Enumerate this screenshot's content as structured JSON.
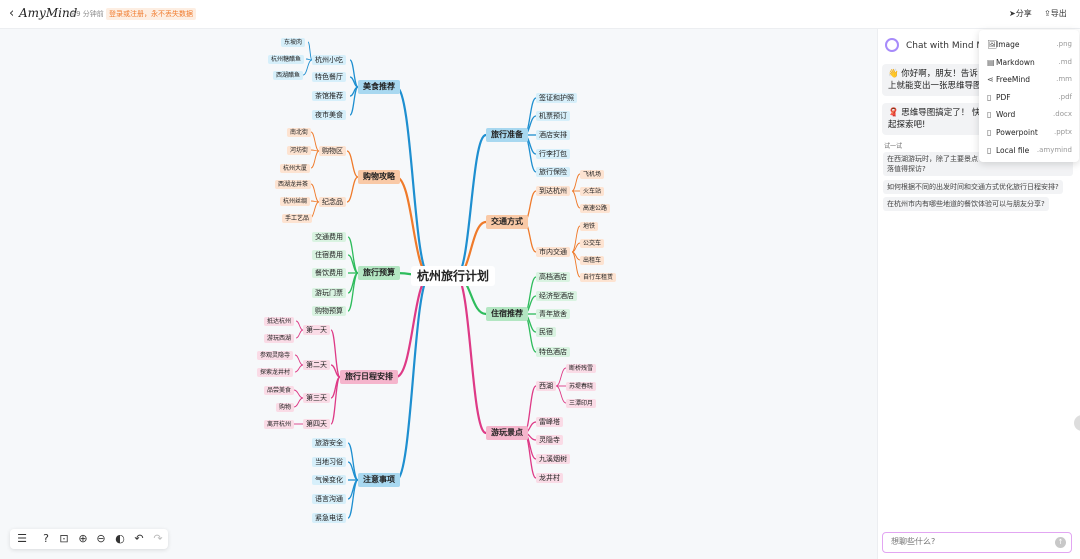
{
  "app": {
    "back": "‹",
    "logo": "AmyMind",
    "saved": "◎9 分钟前",
    "warning": "登录或注册，永不丢失数据",
    "share": "分享",
    "export": "导出"
  },
  "mindmap": {
    "root": "杭州旅行计划",
    "left": [
      {
        "label": "美食推荐",
        "color": "blue",
        "children": [
          {
            "label": "杭州小吃",
            "children": [
              "东坡肉",
              "杭州糖醋鱼",
              "西湖醋鱼"
            ]
          },
          {
            "label": "特色餐厅",
            "children": []
          },
          {
            "label": "茶馆推荐",
            "children": []
          },
          {
            "label": "夜市美食",
            "children": []
          }
        ]
      },
      {
        "label": "购物攻略",
        "color": "orange",
        "children": [
          {
            "label": "购物区",
            "children": [
              "南北街",
              "河坊街",
              "杭州大厦"
            ]
          },
          {
            "label": "纪念品",
            "children": [
              "西湖龙井茶",
              "杭州丝绸",
              "手工艺品"
            ]
          }
        ]
      },
      {
        "label": "旅行预算",
        "color": "green",
        "children": [
          {
            "label": "交通费用",
            "children": []
          },
          {
            "label": "住宿费用",
            "children": []
          },
          {
            "label": "餐饮费用",
            "children": []
          },
          {
            "label": "游玩门票",
            "children": []
          },
          {
            "label": "购物预算",
            "children": []
          }
        ]
      },
      {
        "label": "旅行日程安排",
        "color": "pink",
        "children": [
          {
            "label": "第一天",
            "children": [
              "抵达杭州",
              "游玩西湖"
            ]
          },
          {
            "label": "第二天",
            "children": [
              "参观灵隐寺",
              "探索龙井村"
            ]
          },
          {
            "label": "第三天",
            "children": [
              "品尝美食",
              "购物"
            ]
          },
          {
            "label": "第四天",
            "children": [
              "离开杭州"
            ]
          }
        ]
      },
      {
        "label": "注意事项",
        "color": "blue",
        "children": [
          {
            "label": "旅游安全",
            "children": []
          },
          {
            "label": "当地习俗",
            "children": []
          },
          {
            "label": "气候变化",
            "children": []
          },
          {
            "label": "语言沟通",
            "children": []
          },
          {
            "label": "紧急电话",
            "children": []
          }
        ]
      }
    ],
    "right": [
      {
        "label": "旅行准备",
        "color": "blue",
        "children": [
          {
            "label": "签证和护照",
            "children": []
          },
          {
            "label": "机票预订",
            "children": []
          },
          {
            "label": "酒店安排",
            "children": []
          },
          {
            "label": "行李打包",
            "children": []
          },
          {
            "label": "旅行保险",
            "children": []
          }
        ]
      },
      {
        "label": "交通方式",
        "color": "orange",
        "children": [
          {
            "label": "到达杭州",
            "children": [
              "飞机场",
              "火车站",
              "高速公路"
            ]
          },
          {
            "label": "市内交通",
            "children": [
              "地铁",
              "公交车",
              "出租车",
              "自行车租赁"
            ]
          }
        ]
      },
      {
        "label": "住宿推荐",
        "color": "green",
        "children": [
          {
            "label": "高档酒店",
            "children": []
          },
          {
            "label": "经济型酒店",
            "children": []
          },
          {
            "label": "青年旅舍",
            "children": []
          },
          {
            "label": "民宿",
            "children": []
          },
          {
            "label": "特色酒店",
            "children": []
          }
        ]
      },
      {
        "label": "游玩景点",
        "color": "pink",
        "children": [
          {
            "label": "西湖",
            "children": [
              "断桥残雪",
              "苏堤春晓",
              "三潭印月"
            ]
          },
          {
            "label": "雷峰塔",
            "children": []
          },
          {
            "label": "灵隐寺",
            "children": []
          },
          {
            "label": "九溪烟树",
            "children": []
          },
          {
            "label": "龙井村",
            "children": []
          }
        ]
      }
    ]
  },
  "chat": {
    "title": "Chat with Mind M",
    "msg1": "👋 你好啊，朋友！告诉\n上就能变出一张思维导图",
    "msg2": "🧣 思维导图搞定了！ 快\n起探索吧!",
    "try_label": "试一试",
    "suggestions": [
      "在西湖游玩时，除了主要景点\n落值得探访?",
      "如何根据不同的出发时间和交通方式优化旅行日程安排?",
      "在杭州市内有哪些地道的餐饮体验可以与朋友分享?"
    ],
    "placeholder": "想聊些什么?"
  },
  "export_menu": [
    {
      "icon": "image-icon",
      "glyph": "🖼",
      "label": "Image",
      "ext": ".png"
    },
    {
      "icon": "markdown-icon",
      "glyph": "▤",
      "label": "Markdown",
      "ext": ".md"
    },
    {
      "icon": "freemind-icon",
      "glyph": "⋖",
      "label": "FreeMind",
      "ext": ".mm"
    },
    {
      "icon": "pdf-icon",
      "glyph": "▯",
      "label": "PDF",
      "ext": ".pdf"
    },
    {
      "icon": "word-icon",
      "glyph": "▯",
      "label": "Word",
      "ext": ".docx"
    },
    {
      "icon": "powerpoint-icon",
      "glyph": "▯",
      "label": "Powerpoint",
      "ext": ".pptx"
    },
    {
      "icon": "local-file-icon",
      "glyph": "▯",
      "label": "Local file",
      "ext": ".amymind"
    }
  ],
  "toolbar": [
    {
      "name": "outline-icon",
      "glyph": "☰"
    },
    {
      "name": "help-icon",
      "glyph": "?"
    },
    {
      "name": "fit-icon",
      "glyph": "⊡"
    },
    {
      "name": "zoom-in-icon",
      "glyph": "⊕"
    },
    {
      "name": "zoom-out-icon",
      "glyph": "⊖"
    },
    {
      "name": "theme-icon",
      "glyph": "◐"
    },
    {
      "name": "undo-icon",
      "glyph": "↶"
    },
    {
      "name": "redo-icon",
      "glyph": "↷"
    }
  ],
  "colors": {
    "blue": "#1e8fd0",
    "orange": "#ef7a2a",
    "green": "#2ebc5c",
    "pink": "#de3a86"
  }
}
